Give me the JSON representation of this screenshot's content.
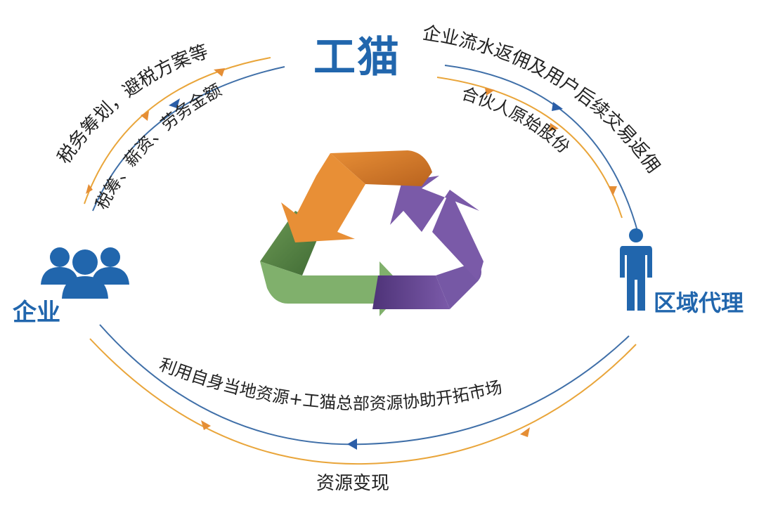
{
  "title": "工猫",
  "nodes": {
    "enterprise": {
      "label": "企业",
      "icon": "group-people-icon"
    },
    "regional_agent": {
      "label": "区域代理",
      "icon": "person-icon"
    }
  },
  "flows": {
    "top_left_outer": "税务筹划，避税方案等",
    "top_left_inner": "税筹、薪资、劳务金额",
    "top_right_outer": "企业流水返佣及用户后续交易返佣",
    "top_right_inner": "合伙人原始股份",
    "bottom_inner": "利用自身当地资源+工猫总部资源协助开拓市场",
    "bottom_outer": "资源变现"
  },
  "colors": {
    "brand_blue": "#2166ad",
    "line_blue": "#3f6fa8",
    "line_orange": "#e9a53a",
    "arrow_orange": "#e58e35",
    "arrow_purple": "#7a5aa8",
    "arrow_green": "#7fb06a"
  },
  "center_icon": "recycle-arrows-icon"
}
